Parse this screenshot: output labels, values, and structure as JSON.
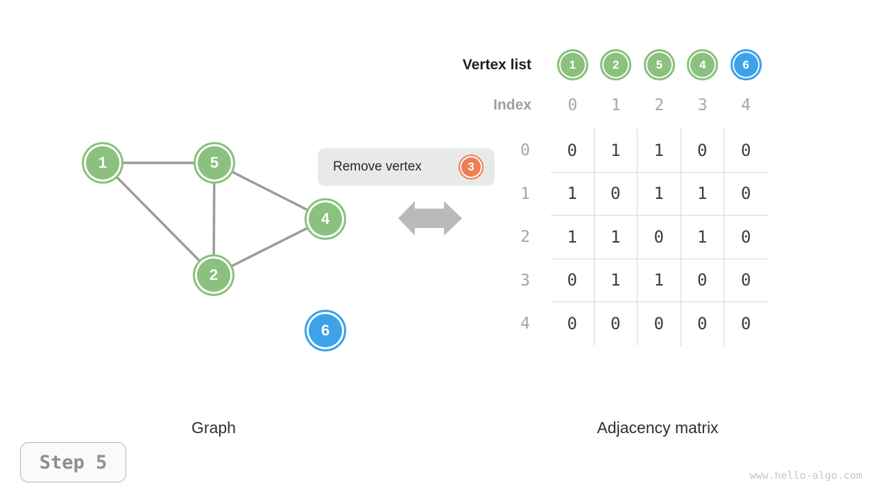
{
  "graph": {
    "caption": "Graph",
    "nodes": [
      {
        "label": "1",
        "color": "green"
      },
      {
        "label": "5",
        "color": "green"
      },
      {
        "label": "4",
        "color": "green"
      },
      {
        "label": "2",
        "color": "green"
      },
      {
        "label": "6",
        "color": "blue"
      }
    ],
    "edges": [
      [
        "1",
        "5"
      ],
      [
        "1",
        "2"
      ],
      [
        "5",
        "2"
      ],
      [
        "5",
        "4"
      ],
      [
        "2",
        "4"
      ]
    ]
  },
  "action": {
    "label": "Remove vertex",
    "vertex": "3"
  },
  "matrix": {
    "caption": "Adjacency matrix",
    "vertex_list_label": "Vertex list",
    "index_label": "Index",
    "vertex_list": [
      {
        "label": "1",
        "color": "green"
      },
      {
        "label": "2",
        "color": "green"
      },
      {
        "label": "5",
        "color": "green"
      },
      {
        "label": "4",
        "color": "green"
      },
      {
        "label": "6",
        "color": "blue"
      }
    ],
    "indices": [
      "0",
      "1",
      "2",
      "3",
      "4"
    ],
    "row_labels": [
      "0",
      "1",
      "2",
      "3",
      "4"
    ],
    "rows": [
      [
        "0",
        "1",
        "1",
        "0",
        "0"
      ],
      [
        "1",
        "0",
        "1",
        "1",
        "0"
      ],
      [
        "1",
        "1",
        "0",
        "1",
        "0"
      ],
      [
        "0",
        "1",
        "1",
        "0",
        "0"
      ],
      [
        "0",
        "0",
        "0",
        "0",
        "0"
      ]
    ]
  },
  "step_badge": "Step 5",
  "watermark": "www.hello-algo.com",
  "colors": {
    "vertex_green": "#8bc07e",
    "vertex_blue": "#3da2e8",
    "highlight_orange": "#ee7e55",
    "edge_gray": "#9b9b9b",
    "arrow_gray": "#bababa"
  }
}
